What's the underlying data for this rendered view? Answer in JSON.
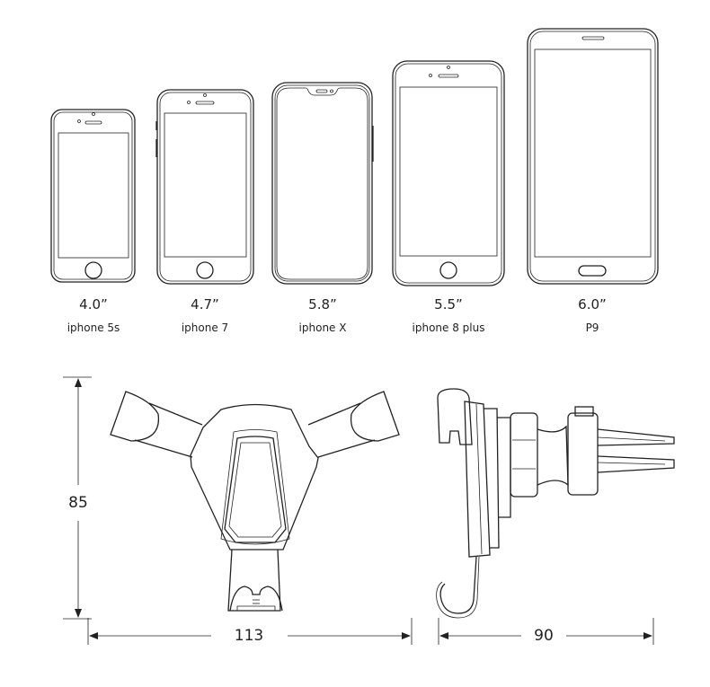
{
  "phones": [
    {
      "size": "4.0”",
      "name": "iphone 5s"
    },
    {
      "size": "4.7”",
      "name": "iphone 7"
    },
    {
      "size": "5.8”",
      "name": "iphone X"
    },
    {
      "size": "5.5”",
      "name": "iphone 8 plus"
    },
    {
      "size": "6.0”",
      "name": "P9"
    }
  ],
  "dimensions": {
    "height": "85",
    "front_width": "113",
    "side_depth": "90"
  }
}
